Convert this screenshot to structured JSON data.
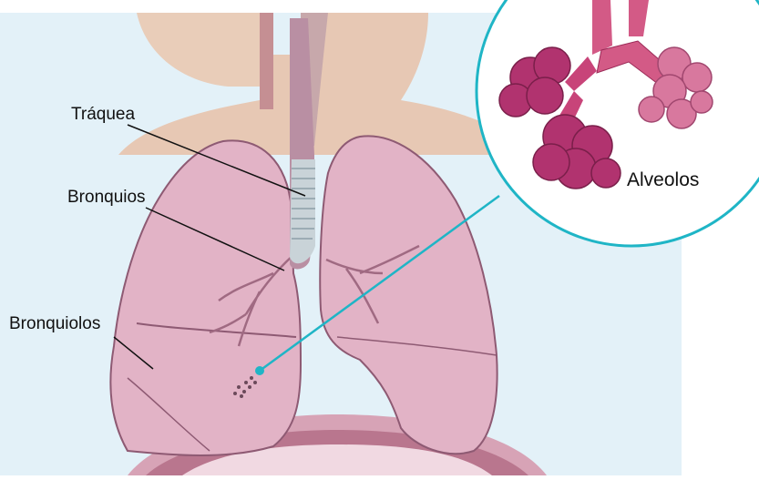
{
  "labels": {
    "trachea": "Tráquea",
    "bronchi": "Bronquios",
    "bronchioles": "Bronquiolos",
    "alveoli": "Alveolos"
  },
  "colors": {
    "background_panel": "#e3f1f8",
    "lung_fill": "#e2b3c6",
    "lung_outline": "#8e5a73",
    "trachea_rings": "#c9d3d8",
    "skin": "#e7c8b4",
    "callout_ring": "#1fb5c6",
    "alveoli_fill": "#b1336f",
    "leader_line": "#111111"
  }
}
